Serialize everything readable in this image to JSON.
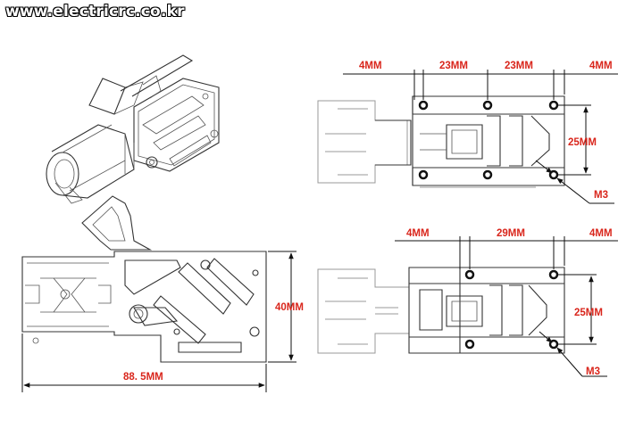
{
  "watermark": "www.electricrc.co.kr",
  "colors": {
    "dimension": "#d9261c",
    "line": "#333333",
    "background": "#ffffff"
  },
  "top_view": {
    "spacing": [
      "4MM",
      "23MM",
      "23MM",
      "4MM"
    ],
    "height": "25MM",
    "thread": "M3"
  },
  "bottom_view": {
    "spacing": [
      "4MM",
      "29MM",
      "4MM"
    ],
    "height": "25MM",
    "thread": "M3"
  },
  "side_plate": {
    "height": "40MM",
    "width": "88. 5MM"
  }
}
